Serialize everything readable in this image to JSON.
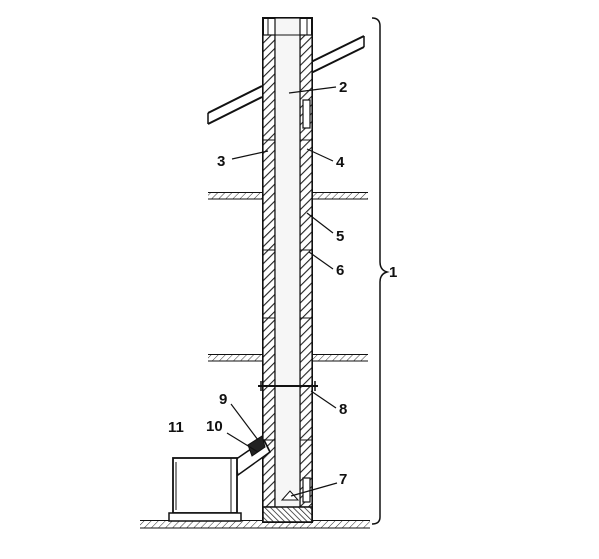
{
  "diagram": {
    "callouts": [
      {
        "id": "c1",
        "label": "1"
      },
      {
        "id": "c2",
        "label": "2"
      },
      {
        "id": "c3",
        "label": "3"
      },
      {
        "id": "c4",
        "label": "4"
      },
      {
        "id": "c5",
        "label": "5"
      },
      {
        "id": "c6",
        "label": "6"
      },
      {
        "id": "c7",
        "label": "7"
      },
      {
        "id": "c8",
        "label": "8"
      },
      {
        "id": "c9",
        "label": "9"
      },
      {
        "id": "c10",
        "label": "10"
      },
      {
        "id": "c11",
        "label": "11"
      }
    ],
    "colors": {
      "ink": "#111111",
      "hatch": "#222222",
      "paper": "#ffffff",
      "flue": "#f6f6f6"
    }
  }
}
